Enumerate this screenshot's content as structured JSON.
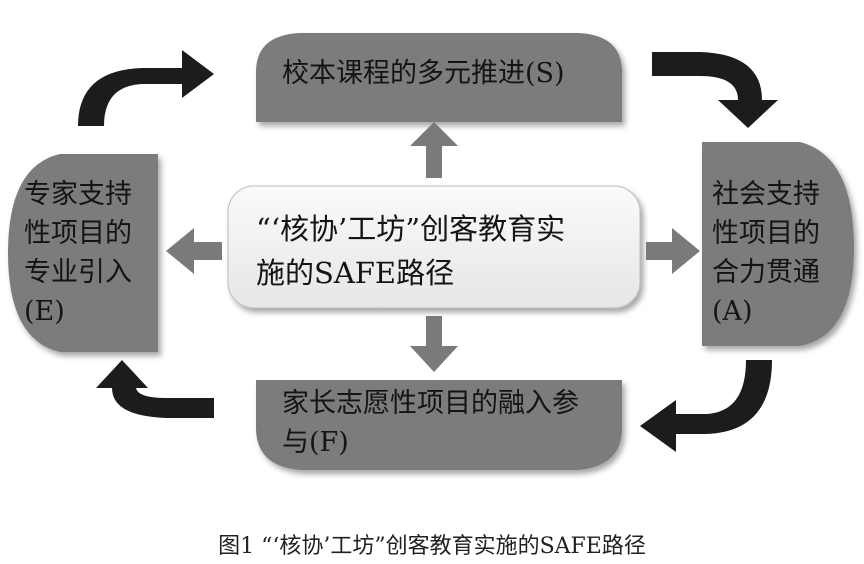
{
  "diagram": {
    "center": {
      "line1": "“‘核协’工坊”创客教育实",
      "line2": "施的SAFE路径"
    },
    "top_box": {
      "text": "校本课程的多元推进(S)"
    },
    "right_box": {
      "line1": "社会支持",
      "line2": "性项目的",
      "line3": "合力贯通",
      "line4": "(A)"
    },
    "bottom_box": {
      "line1": "家长志愿性项目的融入参",
      "line2": "与(F)"
    },
    "left_box": {
      "line1": "专家支持",
      "line2": "性项目的",
      "line3": "专业引入",
      "line4": "(E)"
    },
    "colors": {
      "box_fill": "#7b7b7b",
      "center_fill": "#efefef",
      "arrow_fill": "#1c1c1c",
      "connector_fill": "#7a7a7a"
    }
  },
  "caption": "图1 “‘核协’工坊”创客教育实施的SAFE路径"
}
